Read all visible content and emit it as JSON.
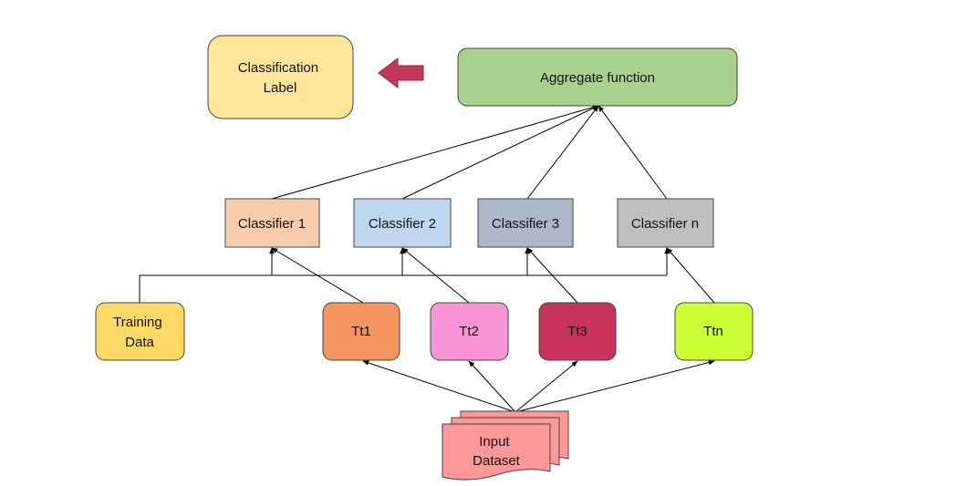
{
  "diagram": {
    "nodes": {
      "classification_label": {
        "lines": [
          "Classification",
          "Label"
        ],
        "fill": "#ffe699"
      },
      "aggregate_function": {
        "lines": [
          "Aggregate function"
        ],
        "fill": "#a9d18e"
      },
      "classifier_1": {
        "lines": [
          "Classifier 1"
        ],
        "fill": "#f8cbad"
      },
      "classifier_2": {
        "lines": [
          "Classifier 2"
        ],
        "fill": "#bdd7ee"
      },
      "classifier_3": {
        "lines": [
          "Classifier 3"
        ],
        "fill": "#adb9ca"
      },
      "classifier_n": {
        "lines": [
          "Classifier n"
        ],
        "fill": "#bfbfbf"
      },
      "training_data": {
        "lines": [
          "Training",
          "Data"
        ],
        "fill": "#ffd966"
      },
      "tt1": {
        "lines": [
          "Tt1"
        ],
        "fill": "#f4945e"
      },
      "tt2": {
        "lines": [
          "Tt2"
        ],
        "fill": "#f795d6"
      },
      "tt3": {
        "lines": [
          "Tt3"
        ],
        "fill": "#c8335a"
      },
      "ttn": {
        "lines": [
          "Ttn"
        ],
        "fill": "#ccff33"
      },
      "input_dataset": {
        "lines": [
          "Input",
          "Dataset"
        ],
        "fill": "#ff9999"
      }
    },
    "edges": [
      {
        "from": "input_dataset",
        "to": "tt1"
      },
      {
        "from": "input_dataset",
        "to": "tt2"
      },
      {
        "from": "input_dataset",
        "to": "tt3"
      },
      {
        "from": "input_dataset",
        "to": "ttn"
      },
      {
        "from": "tt1",
        "to": "classifier_1"
      },
      {
        "from": "tt2",
        "to": "classifier_2"
      },
      {
        "from": "tt3",
        "to": "classifier_3"
      },
      {
        "from": "ttn",
        "to": "classifier_n"
      },
      {
        "from": "training_data",
        "to": "classifier_1"
      },
      {
        "from": "training_data",
        "to": "classifier_2"
      },
      {
        "from": "training_data",
        "to": "classifier_3"
      },
      {
        "from": "training_data",
        "to": "classifier_n"
      },
      {
        "from": "classifier_1",
        "to": "aggregate_function"
      },
      {
        "from": "classifier_2",
        "to": "aggregate_function"
      },
      {
        "from": "classifier_3",
        "to": "aggregate_function"
      },
      {
        "from": "classifier_n",
        "to": "aggregate_function"
      },
      {
        "from": "aggregate_function",
        "to": "classification_label"
      }
    ],
    "colors": {
      "block_arrow": "#c0395a",
      "edge": "#000000"
    }
  }
}
